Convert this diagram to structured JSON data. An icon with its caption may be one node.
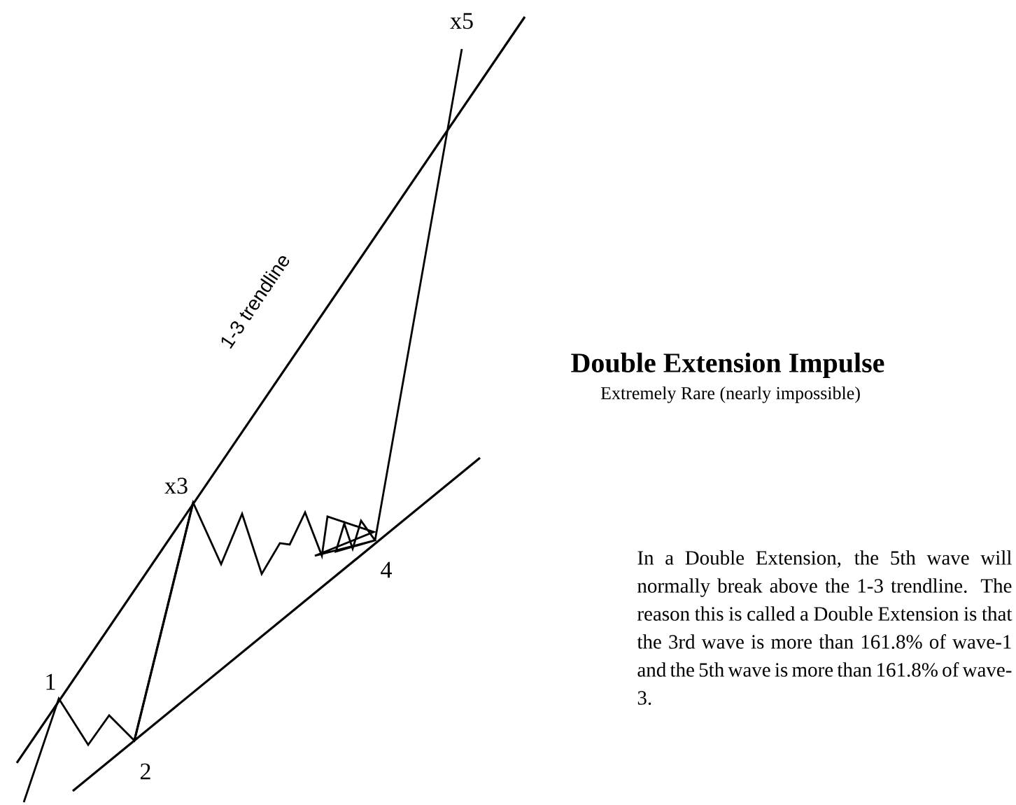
{
  "diagram": {
    "title": "Double Extension Impulse",
    "labels": [
      "x5",
      "Extremely Rare (nearly impossible)",
      "1-3 trendline",
      "x3",
      "4",
      "1",
      "2",
      "In a Double Extension, the 5th wave will normally break above the 1-3 trendline. The reason this is called a Double Extension is that the 3rd wave is more than 161.8% of wave-1 and the 5th wave is more than 161.8% of wave-3."
    ]
  }
}
